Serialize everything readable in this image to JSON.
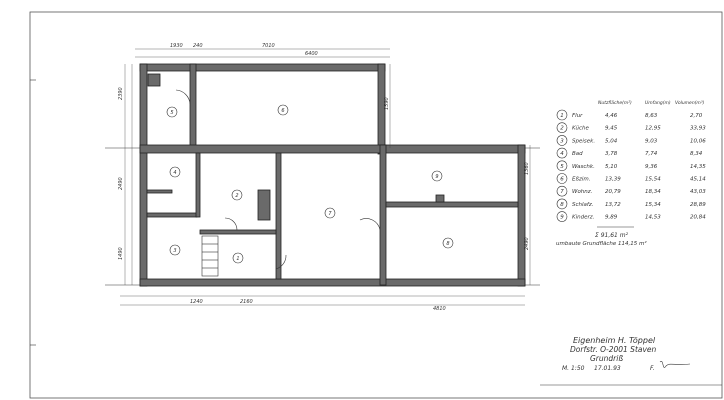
{
  "rooms": [
    {
      "no": "1",
      "name": "Flur",
      "area": "4,46",
      "perimeter": "8,63",
      "volume": "2,70"
    },
    {
      "no": "2",
      "name": "Küche",
      "area": "9,45",
      "perimeter": "12,95",
      "volume": "33,93"
    },
    {
      "no": "3",
      "name": "Speisek.",
      "area": "5,04",
      "perimeter": "9,03",
      "volume": "10,06"
    },
    {
      "no": "4",
      "name": "Bad",
      "area": "3,78",
      "perimeter": "7,74",
      "volume": "8,34"
    },
    {
      "no": "5",
      "name": "Waschk.",
      "area": "5,10",
      "perimeter": "9,36",
      "volume": "14,35"
    },
    {
      "no": "6",
      "name": "Eßzim.",
      "area": "13,39",
      "perimeter": "15,54",
      "volume": "45,14"
    },
    {
      "no": "7",
      "name": "Wohnz.",
      "area": "20,79",
      "perimeter": "18,34",
      "volume": "43,03"
    },
    {
      "no": "8",
      "name": "Schlafz.",
      "area": "13,72",
      "perimeter": "15,34",
      "volume": "28,89"
    },
    {
      "no": "9",
      "name": "Kinderz.",
      "area": "9,89",
      "perimeter": "14,53",
      "volume": "20,84"
    }
  ],
  "table_header": {
    "area": "Nutzfläche(m²)",
    "perimeter": "Umfang(m)",
    "volume": "Volumen(m³)"
  },
  "total": "Σ 91,61 m²",
  "gross_area": "umbaute Grundfläche 114,15 m²",
  "title_block": {
    "line1": "Eigenheim H. Töppel",
    "line2": "Dorfstr.   O-2001 Staven",
    "line3": "Grundriß",
    "scale": "M. 1:50",
    "date": "17.01.93",
    "signature": "F. [signature]"
  },
  "dimensions": {
    "top": [
      "1930",
      "240",
      "7010",
      "6400"
    ],
    "left": [
      "2390",
      "2490",
      "1490"
    ],
    "right": [
      "1590",
      "1360",
      "2490"
    ],
    "bottom": [
      "1240",
      "2160",
      "4810"
    ]
  },
  "room_labels": [
    "1",
    "2",
    "3",
    "4",
    "5",
    "6",
    "7",
    "8",
    "9"
  ]
}
